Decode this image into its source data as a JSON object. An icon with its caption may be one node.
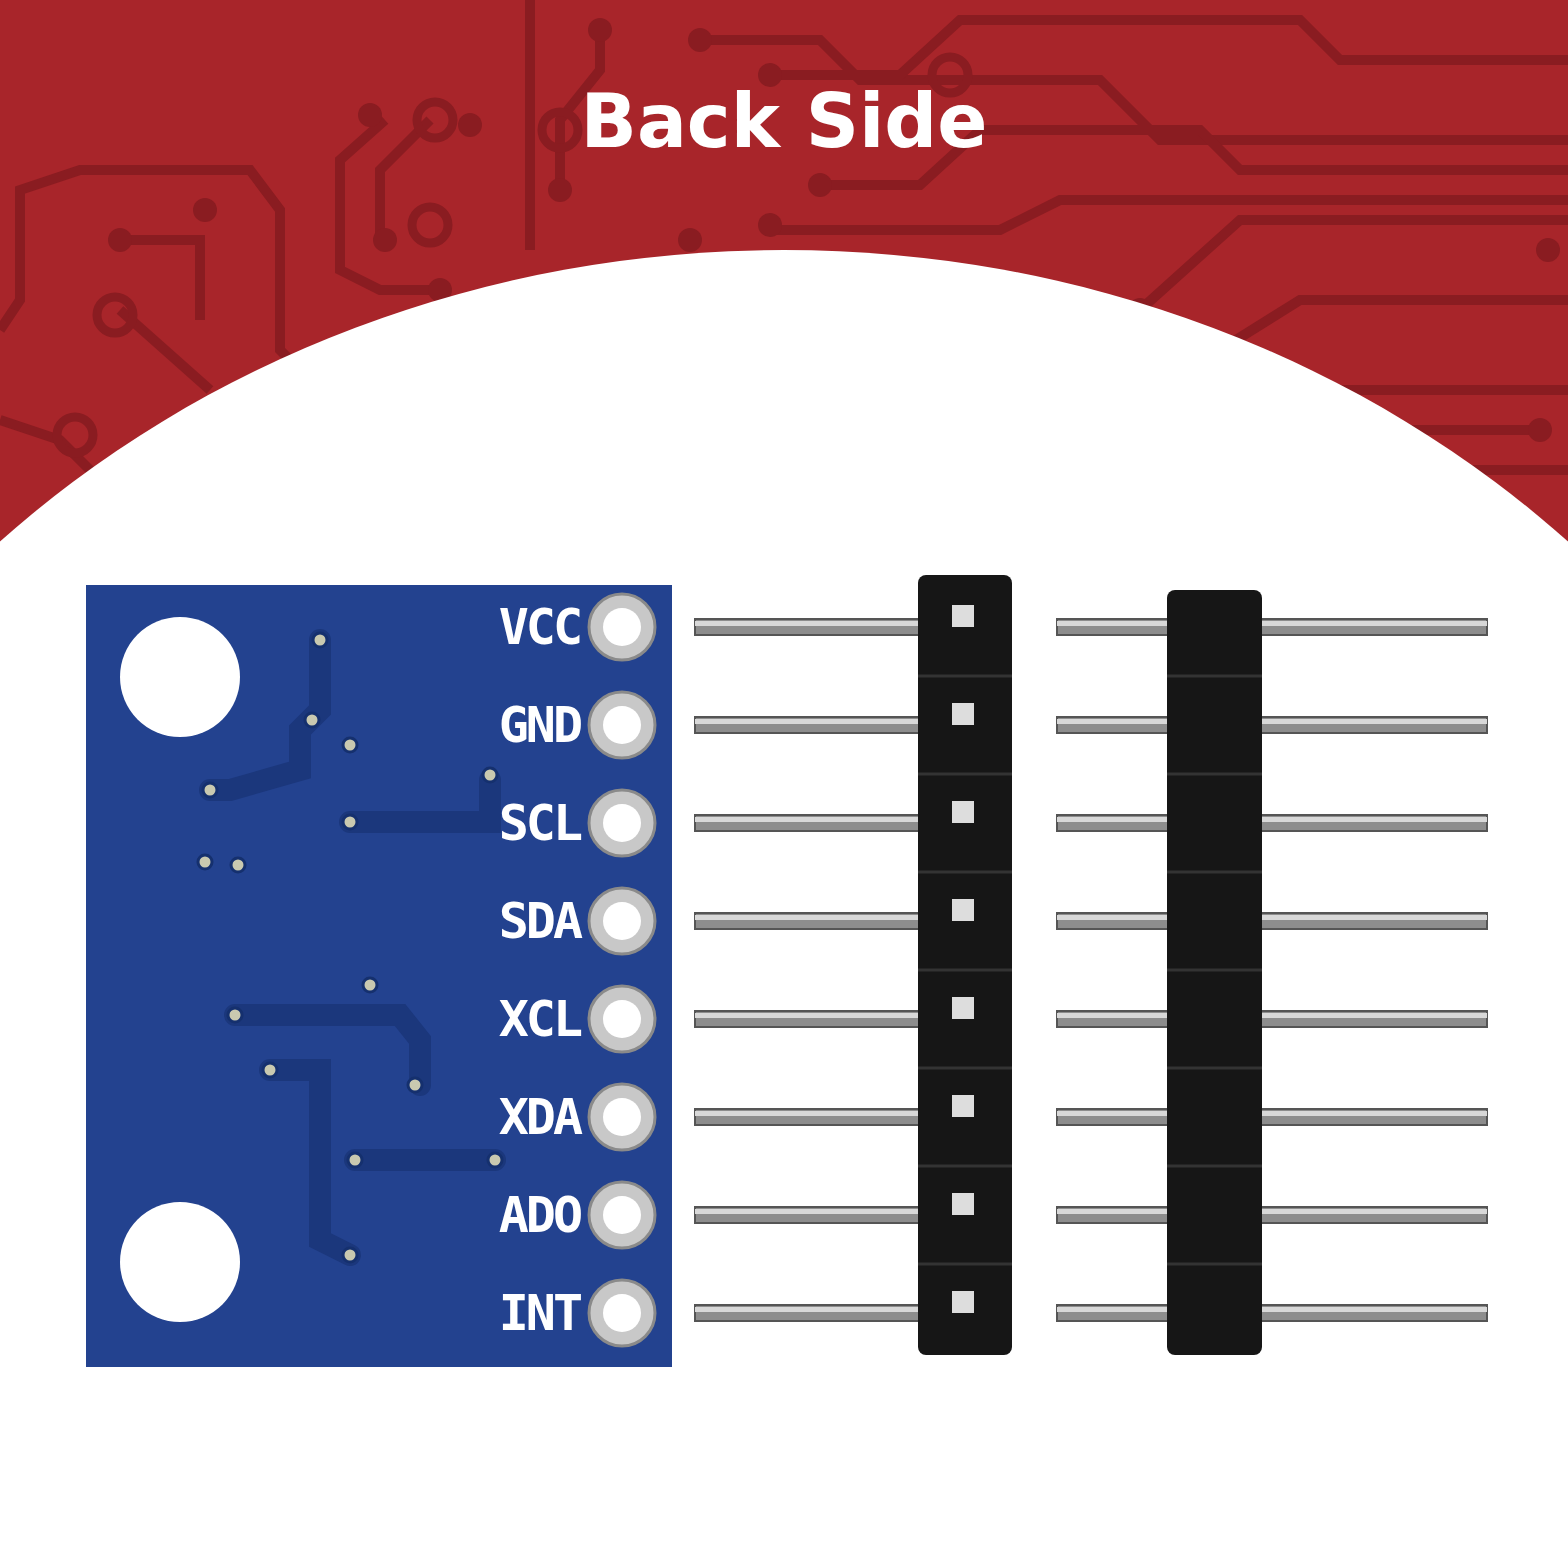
{
  "diagram": {
    "title": "Back Side",
    "labels": [
      "VCC",
      "GND",
      "SCL",
      "SDA",
      "XCL",
      "XDA",
      "ADO",
      "INT"
    ]
  }
}
